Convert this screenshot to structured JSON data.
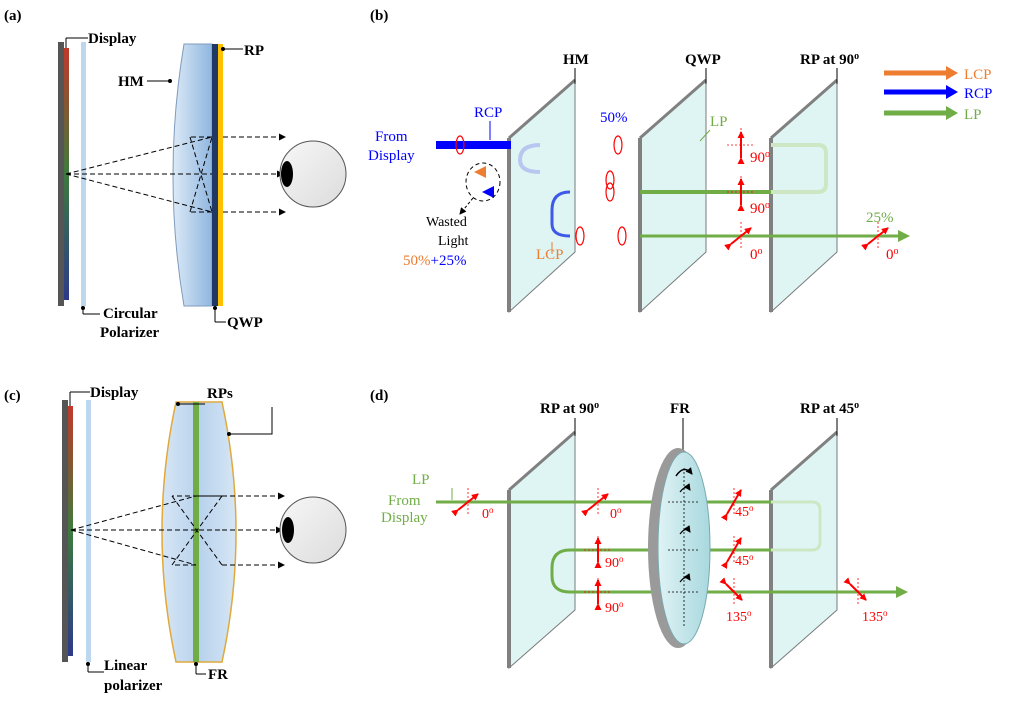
{
  "panels": {
    "a": {
      "tag": "(a)",
      "display": "Display",
      "hm": "HM",
      "rp": "RP",
      "circular_polarizer_line1": "Circular",
      "circular_polarizer_line2": "Polarizer",
      "qwp": "QWP"
    },
    "b": {
      "tag": "(b)",
      "hm": "HM",
      "qwp": "QWP",
      "rp_at_90": "RP at 90",
      "deg": "o",
      "legend": [
        {
          "label": "LCP",
          "color": "#ED7D31"
        },
        {
          "label": "RCP",
          "color": "#0000FF"
        },
        {
          "label": "LP",
          "color": "#70AD47"
        }
      ],
      "rcp": "RCP",
      "from_display_line1": "From",
      "from_display_line2": "Display",
      "fifty_pct": "50%",
      "lp": "LP",
      "lcp": "LCP",
      "wasted_line1": "Wasted",
      "wasted_line2": "Light",
      "wasted_pct_a": "50%",
      "wasted_plus": "+",
      "wasted_pct_b": "25%",
      "twenty_five_pct": "25%",
      "angle_90": "90",
      "angle_0": "0"
    },
    "c": {
      "tag": "(c)",
      "display": "Display",
      "rps": "RPs",
      "linear_polarizer_line1": "Linear",
      "linear_polarizer_line2": "polarizer",
      "fr": "FR"
    },
    "d": {
      "tag": "(d)",
      "rp_at_90": "RP at 90",
      "fr": "FR",
      "rp_at_45": "RP at 45",
      "deg": "o",
      "lp": "LP",
      "from_display_line1": "From",
      "from_display_line2": "Display",
      "angle_0": "0",
      "angle_45": "45",
      "angle_90": "90",
      "angle_135": "135"
    }
  },
  "colors": {
    "lcp": "#ED7D31",
    "rcp": "#0000FF",
    "lp": "#70AD47",
    "polarization_marker": "#FF0000",
    "hm_plate": "#A9C8E8",
    "rp_film": "#FFC000",
    "qwp_film": "#203864",
    "panel_glass": "#D4F1F0"
  }
}
